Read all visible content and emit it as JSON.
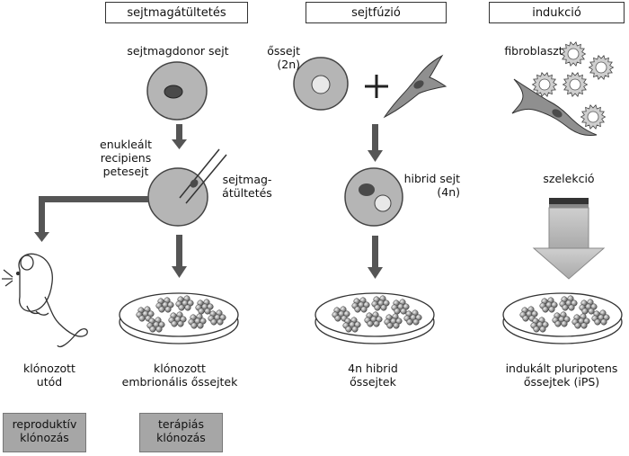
{
  "headers": {
    "nuclear_transfer": "sejtmagátültetés",
    "cell_fusion": "sejtfúzió",
    "induction": "indukció"
  },
  "labels": {
    "nuclear_donor": "sejtmagdonor sejt",
    "enucleated_recipient": [
      "enukleált",
      "recipiens",
      "petesejt"
    ],
    "nuclear_transfer_step": [
      "sejtmag-",
      "átültetés"
    ],
    "stem_cell": [
      "őssejt",
      "(2n)"
    ],
    "hybrid_cell": [
      "hibrid sejt",
      "(4n)"
    ],
    "fibroblast": "fibroblaszt",
    "selection": "szelekció",
    "cloned_offspring": [
      "klónozott",
      "utód"
    ],
    "cloned_embryonic": [
      "klónozott",
      "embrionális őssejtek"
    ],
    "hybrid_4n": [
      "4n hibrid",
      "őssejtek"
    ],
    "ips": [
      "indukált pluripotens",
      "őssejtek (iPS)"
    ]
  },
  "badges": {
    "reproductive": [
      "reproduktív",
      "klónozás"
    ],
    "therapeutic": [
      "terápiás",
      "klónozás"
    ]
  },
  "colors": {
    "cell_fill": "#b5b5b5",
    "nucleus": "#4a4a4a",
    "arrow": "#555555",
    "badge_fill": "#a6a6a6",
    "selection_arrow": "#b8b8b8"
  }
}
